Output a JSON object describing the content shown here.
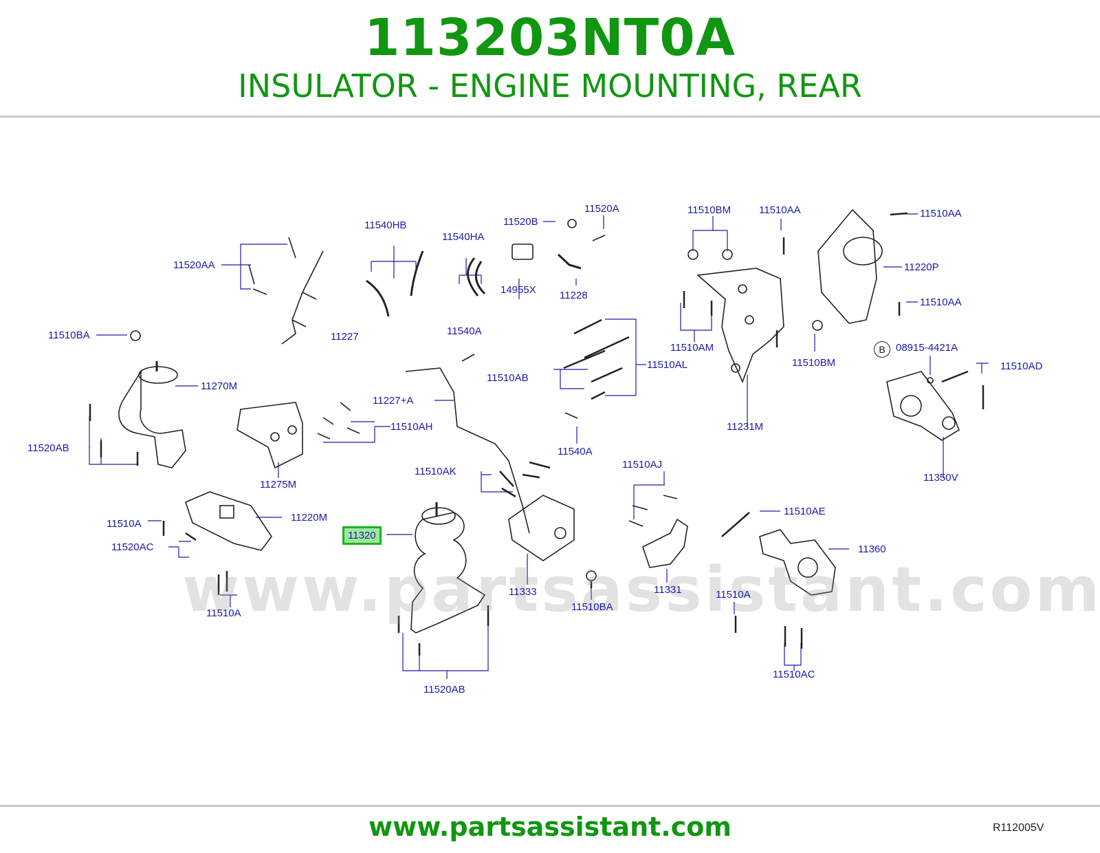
{
  "header": {
    "part_number": "113203NT0A",
    "description": "INSULATOR - ENGINE MOUNTING, REAR"
  },
  "diagram": {
    "watermark": "www.partsassistant.com",
    "code": "R112005V",
    "circle_ref": "B",
    "highlighted_part": "11320",
    "callouts": [
      "11520AA",
      "11540HB",
      "11540HA",
      "11520B",
      "11520A",
      "14955X",
      "11228",
      "11227",
      "11510BM",
      "11510AA",
      "11510AA",
      "11220P",
      "11510AA",
      "11510BA",
      "11270M",
      "11540A",
      "11510AB",
      "11510AL",
      "11510AM",
      "11510BM",
      "11231M",
      "08915-4421A",
      "11510AD",
      "11227+A",
      "11510AH",
      "11520AB",
      "11275M",
      "11540A",
      "11510AK",
      "11350V",
      "11510AJ",
      "11510A",
      "11220M",
      "11520AC",
      "11510AE",
      "11360",
      "11333",
      "11331",
      "11510A",
      "11510BA",
      "11510A",
      "11520AB",
      "11510AC"
    ]
  },
  "footer": {
    "url": "www.partsassistant.com"
  },
  "colors": {
    "title_green": "#119611",
    "callout_blue": "#1a1aa8",
    "highlight_fill": "#9fe79f",
    "highlight_border": "#1bb41b"
  }
}
